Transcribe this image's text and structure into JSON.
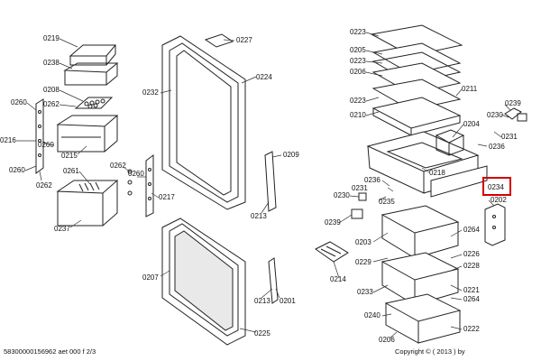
{
  "diagram": {
    "highlight_label": "0234",
    "labels": [
      {
        "id": "l0219",
        "text": "0219"
      },
      {
        "id": "l0238",
        "text": "0238"
      },
      {
        "id": "l0208",
        "text": "0208"
      },
      {
        "id": "l0262a",
        "text": "0262"
      },
      {
        "id": "l0260a",
        "text": "0260"
      },
      {
        "id": "l0216",
        "text": "0216"
      },
      {
        "id": "l0260b",
        "text": "0260"
      },
      {
        "id": "l0260c",
        "text": "0260"
      },
      {
        "id": "l0262b",
        "text": "0262"
      },
      {
        "id": "l0215",
        "text": "0215"
      },
      {
        "id": "l0261",
        "text": "0261"
      },
      {
        "id": "l0237",
        "text": "0237"
      },
      {
        "id": "l0227",
        "text": "0227"
      },
      {
        "id": "l0224",
        "text": "0224"
      },
      {
        "id": "l0232",
        "text": "0232"
      },
      {
        "id": "l0262c",
        "text": "0262"
      },
      {
        "id": "l0260d",
        "text": "0260"
      },
      {
        "id": "l0217",
        "text": "0217"
      },
      {
        "id": "l0209",
        "text": "0209"
      },
      {
        "id": "l0213a",
        "text": "0213"
      },
      {
        "id": "l0207",
        "text": "0207"
      },
      {
        "id": "l0213b",
        "text": "0213"
      },
      {
        "id": "l0201",
        "text": "0201"
      },
      {
        "id": "l0225",
        "text": "0225"
      },
      {
        "id": "l0223a",
        "text": "0223"
      },
      {
        "id": "l0205",
        "text": "0205"
      },
      {
        "id": "l0223b",
        "text": "0223"
      },
      {
        "id": "l0206",
        "text": "0206"
      },
      {
        "id": "l0223c",
        "text": "0223"
      },
      {
        "id": "l0211",
        "text": "0211"
      },
      {
        "id": "l0210",
        "text": "0210"
      },
      {
        "id": "l0204",
        "text": "0204"
      },
      {
        "id": "l0239a",
        "text": "0239"
      },
      {
        "id": "l0230a",
        "text": "0230"
      },
      {
        "id": "l0231a",
        "text": "0231"
      },
      {
        "id": "l0236a",
        "text": "0236"
      },
      {
        "id": "l0218",
        "text": "0218"
      },
      {
        "id": "l0236b",
        "text": "0236"
      },
      {
        "id": "l0231b",
        "text": "0231"
      },
      {
        "id": "l0230b",
        "text": "0230"
      },
      {
        "id": "l0235",
        "text": "0235"
      },
      {
        "id": "l0234",
        "text": "0234"
      },
      {
        "id": "l0202",
        "text": "0202"
      },
      {
        "id": "l0239b",
        "text": "0239"
      },
      {
        "id": "l0203",
        "text": "0203"
      },
      {
        "id": "l0264a",
        "text": "0264"
      },
      {
        "id": "l0226",
        "text": "0226"
      },
      {
        "id": "l0229",
        "text": "0229"
      },
      {
        "id": "l0214",
        "text": "0214"
      },
      {
        "id": "l0228",
        "text": "0228"
      },
      {
        "id": "l0233",
        "text": "0233"
      },
      {
        "id": "l0221",
        "text": "0221"
      },
      {
        "id": "l0264b",
        "text": "0264"
      },
      {
        "id": "l0240",
        "text": "0240"
      },
      {
        "id": "l0222",
        "text": "0222"
      },
      {
        "id": "l0206b",
        "text": "0206"
      }
    ]
  },
  "footer": {
    "doc_number": "58300000156962 aet 000 f 2/3",
    "copyright": "Copyright © ( 2013 ) by"
  },
  "colors": {
    "highlight": "#d40000",
    "line": "#222222",
    "background": "#ffffff"
  }
}
